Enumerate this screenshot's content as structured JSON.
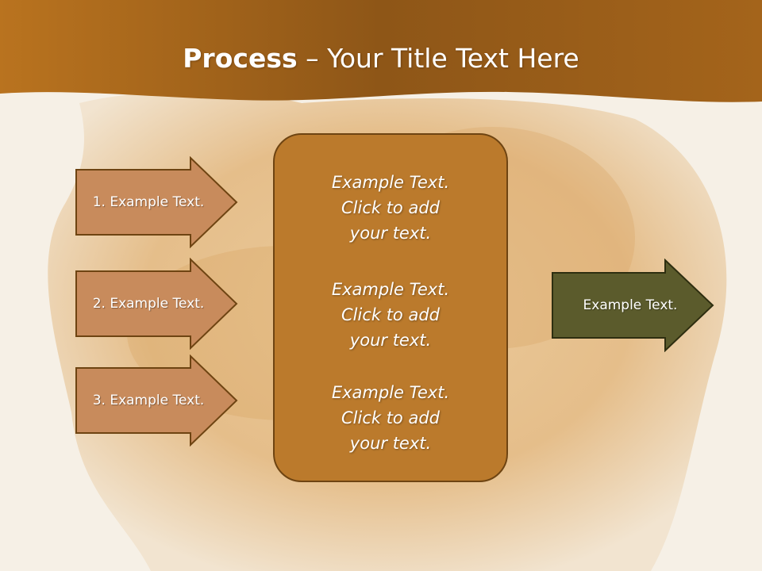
{
  "slide": {
    "title_bold": "Process",
    "title_rest": " – Your Title Text Here",
    "colors": {
      "header_band": "#a8681c",
      "input_arrow": "#c88b5c",
      "center_box": "#bb7a2c",
      "output_arrow": "#5b5b2c",
      "background": "#f6f0e6"
    }
  },
  "inputs": [
    {
      "label": "1. Example Text."
    },
    {
      "label": "2. Example Text."
    },
    {
      "label": "3. Example Text."
    }
  ],
  "center": {
    "blocks": [
      {
        "line1": "Example Text.",
        "line2": "Click  to add",
        "line3": "your text."
      },
      {
        "line1": "Example Text.",
        "line2": "Click  to add",
        "line3": "your text."
      },
      {
        "line1": "Example Text.",
        "line2": "Click  to add",
        "line3": "your text."
      }
    ]
  },
  "output": {
    "label": "Example Text."
  }
}
